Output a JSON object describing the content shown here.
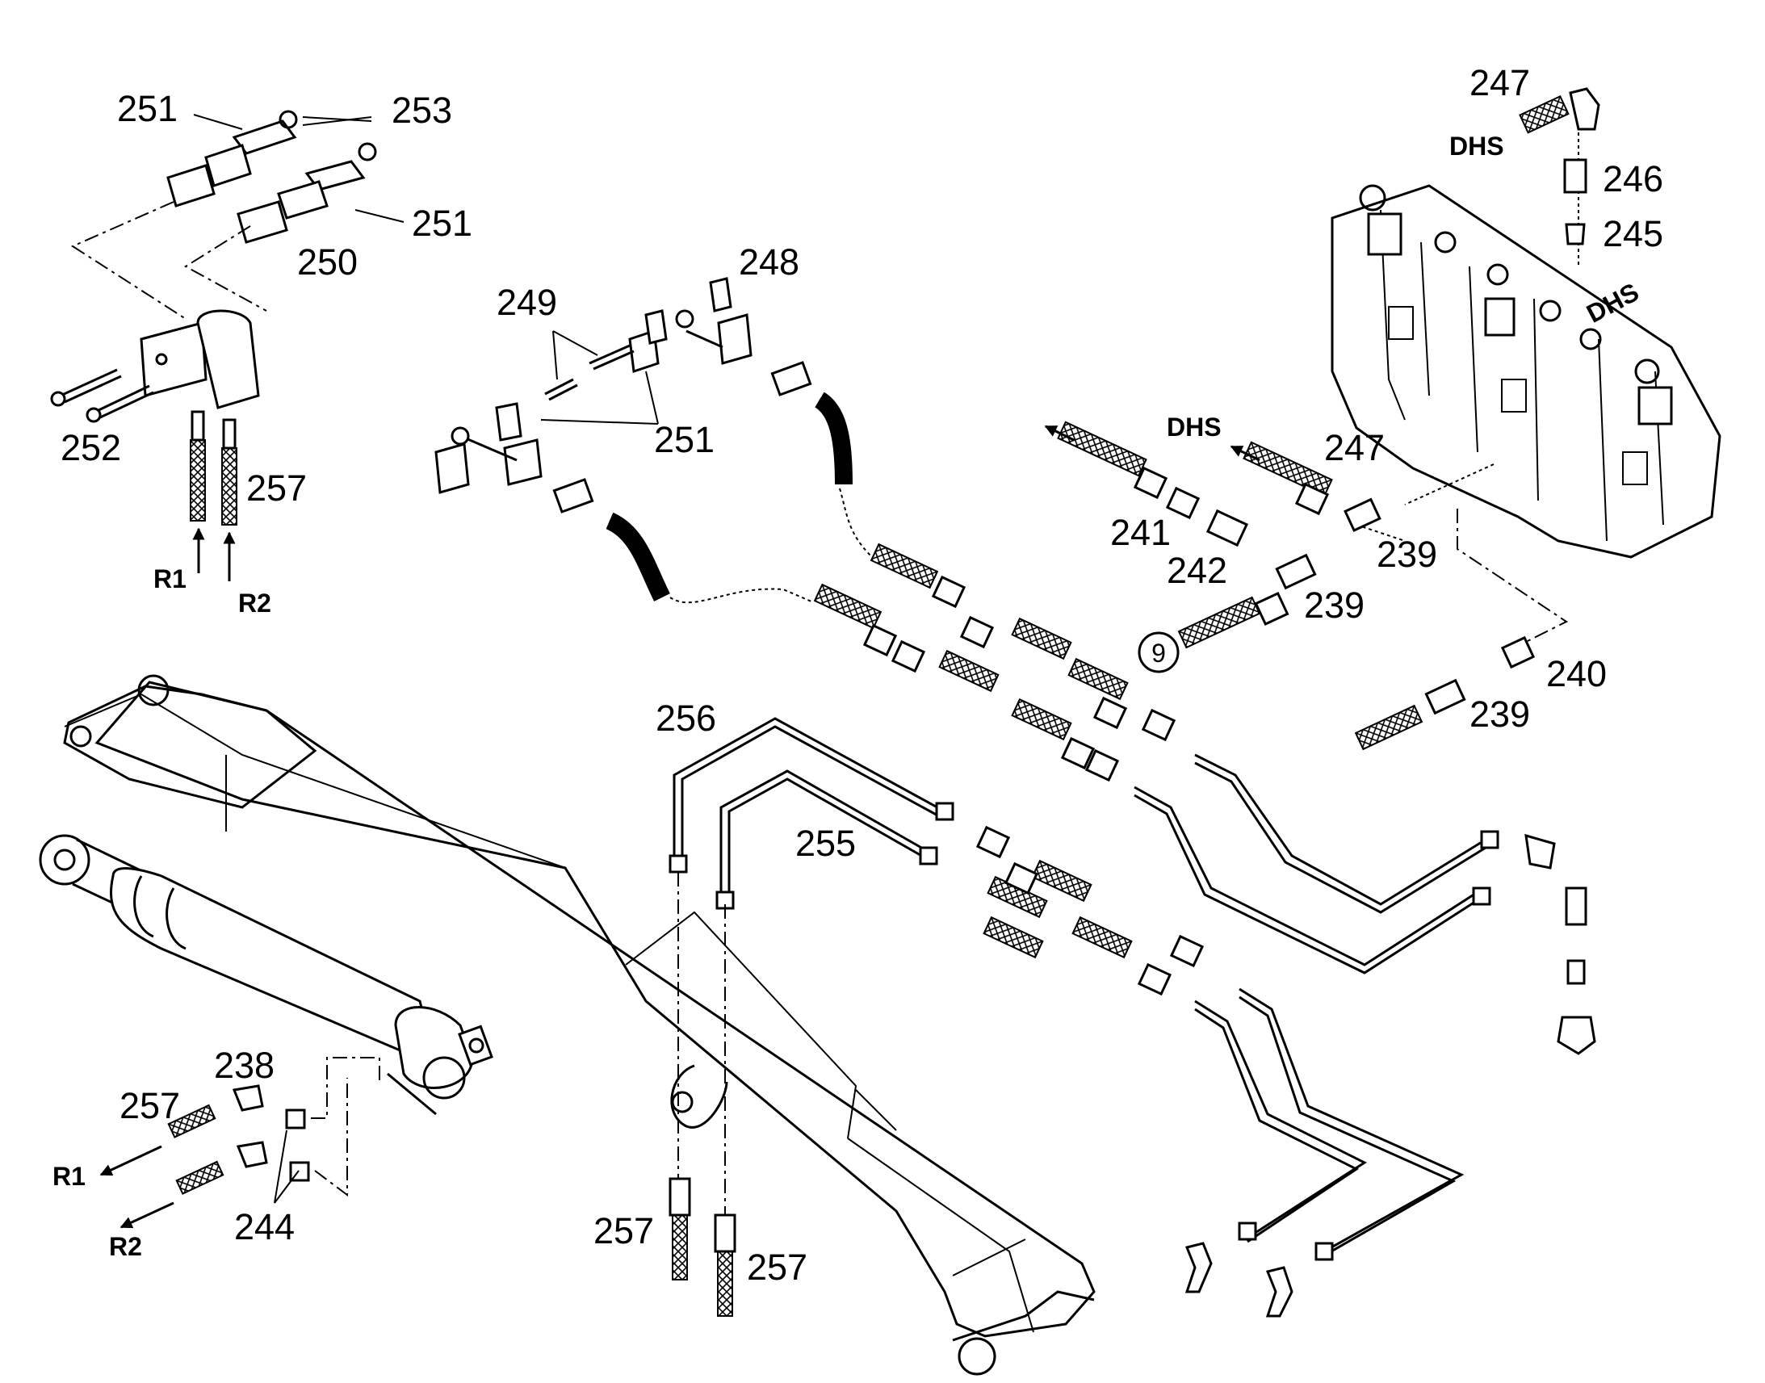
{
  "labels": {
    "l251a": "251",
    "l253": "253",
    "l251b": "251",
    "l250": "250",
    "l252": "252",
    "l257a": "257",
    "r1a": "R1",
    "r2a": "R2",
    "l249": "249",
    "l248": "248",
    "l251c": "251",
    "l247a": "247",
    "dhs1": "DHS",
    "l246": "246",
    "l245": "245",
    "dhs2": "DHS",
    "dhs3": "DHS",
    "l247b": "247",
    "l241": "241",
    "l242": "242",
    "l239a": "239",
    "l239b": "239",
    "circle9": "9",
    "l240": "240",
    "l239c": "239",
    "l256": "256",
    "l255": "255",
    "l238": "238",
    "l257b": "257",
    "r1b": "R1",
    "r2b": "R2",
    "l244": "244",
    "l257c": "257",
    "l257d": "257"
  },
  "icons": [
    "hose-icon",
    "fitting-icon",
    "nut-icon",
    "clamp-icon",
    "bolt-icon",
    "arrow-icon",
    "valve-block-icon",
    "boom-icon",
    "cylinder-icon",
    "pipe-icon"
  ]
}
